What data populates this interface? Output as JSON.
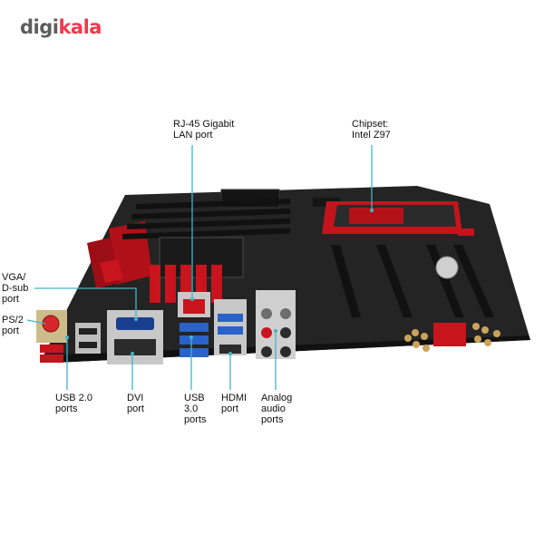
{
  "logo": {
    "part1": "digi",
    "part2": "kala"
  },
  "labels": {
    "rj45": "RJ-45 Gigabit\nLAN port",
    "chipset": "Chipset:\nIntel Z97",
    "vga": "VGA/\nD-sub\nport",
    "ps2": "PS/2\nport",
    "usb2": "USB 2.0\nports",
    "dvi": "DVI\nport",
    "usb3": "USB\n3.0\nports",
    "hdmi": "HDMI\nport",
    "audio": "Analog\naudio\nports"
  },
  "colors": {
    "leader": "#3fb6c8",
    "pcb": "#262626",
    "heatsink_red": "#c8141c",
    "usb3_blue": "#2a62c9",
    "brand_red": "#ef394e"
  }
}
